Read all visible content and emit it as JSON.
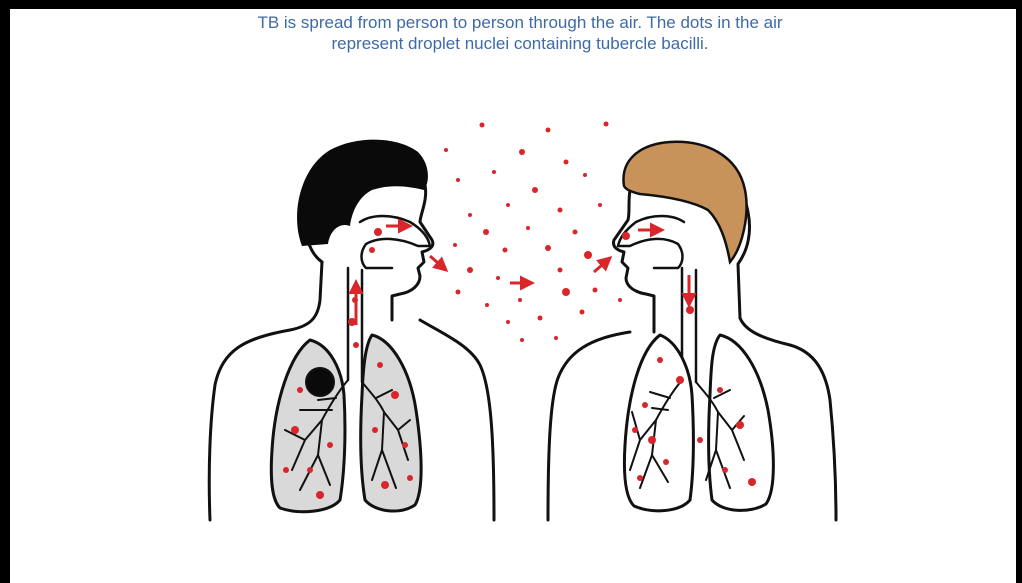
{
  "caption": {
    "line1": "TB is spread from person to person through the air. The dots in the air",
    "line2": "represent droplet nuclei containing tubercle bacilli."
  },
  "colors": {
    "caption_text": "#3e6aa6",
    "droplet_red": "#d8262b",
    "dark_hair": "#0a0a0a",
    "light_hair": "#c8935a",
    "lung_fill": "#d9d9d9",
    "outline": "#111111"
  },
  "figures": [
    {
      "role": "infectious person",
      "hair": "dark",
      "lung_lesion": true
    },
    {
      "role": "exposed person",
      "hair": "light",
      "lung_lesion": false
    }
  ],
  "icons": [
    "arrow-right-icon",
    "arrow-down-icon",
    "arrow-up-icon",
    "droplet-nuclei"
  ]
}
